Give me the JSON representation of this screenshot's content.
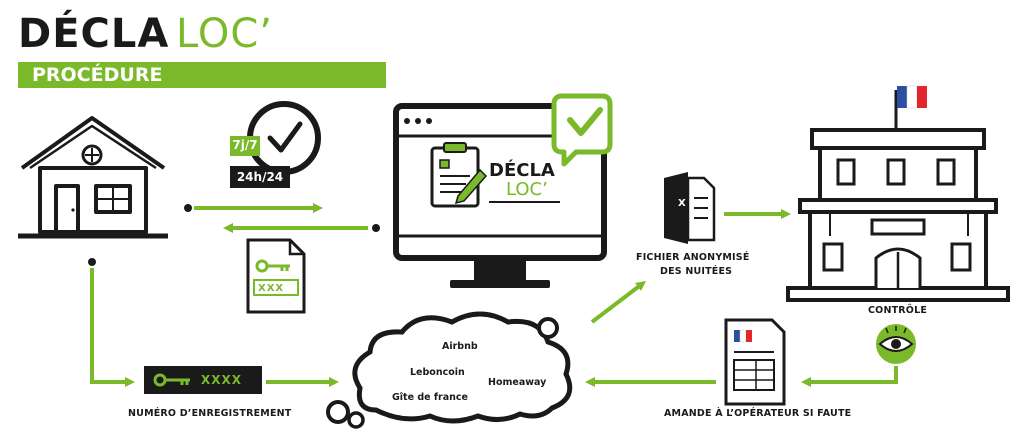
{
  "brand": {
    "name_part1": "DÉCLA",
    "name_part2": "LOC’"
  },
  "banner": {
    "title": "PROCÉDURE D’ENREGISTREMENT"
  },
  "availability": {
    "days": "7j/7",
    "hours": "24h/24"
  },
  "screen_logo": {
    "line1": "DÉCLA",
    "line2": "LOC’"
  },
  "key_card": {
    "code": "XXX"
  },
  "registration": {
    "code": "XXXX",
    "label": "NUMÉRO D’ENREGISTREMENT"
  },
  "cloud": {
    "platforms": [
      "Airbnb",
      "Leboncoin",
      "Homeaway",
      "Gîte de france"
    ]
  },
  "file": {
    "label_line1": "FICHIER ANONYMISÉ",
    "label_line2": "DES NUITÉES",
    "icon_letter": "X"
  },
  "control": {
    "label": "CONTRÔLE"
  },
  "penalty": {
    "label": "AMANDE À L’OPÉRATEUR SI FAUTE"
  },
  "colors": {
    "accent": "#7ab929",
    "dark": "#1a1a1a",
    "flag_blue": "#2b4ea2",
    "flag_red": "#e3262b"
  }
}
